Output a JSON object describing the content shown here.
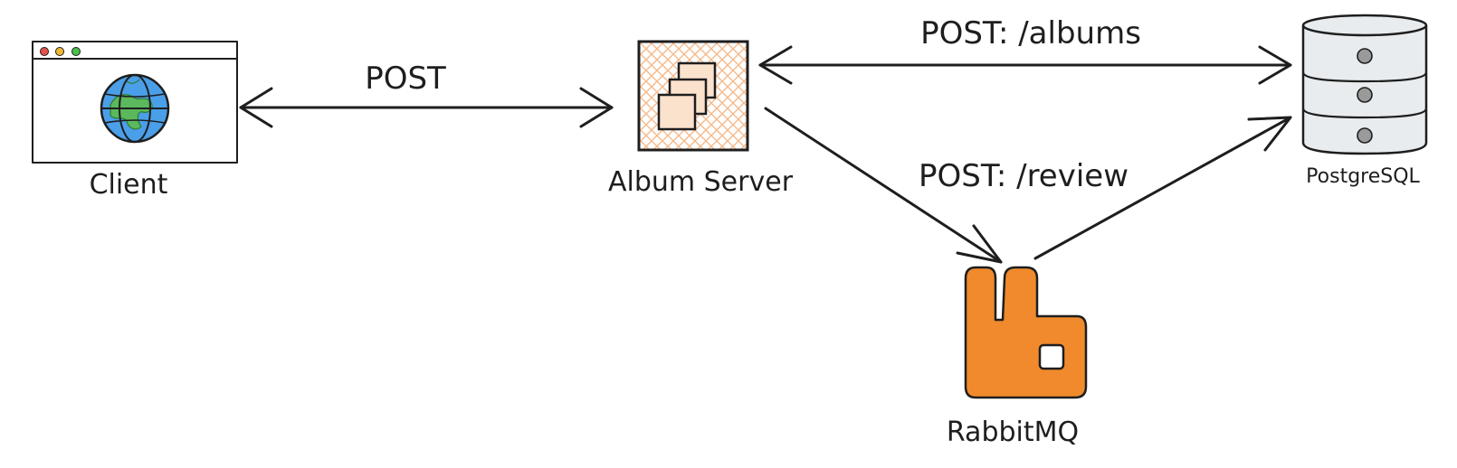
{
  "nodes": {
    "client": {
      "label": "Client"
    },
    "album_server": {
      "label": "Album Server"
    },
    "postgresql": {
      "label": "PostgreSQL"
    },
    "rabbitmq": {
      "label": "RabbitMQ"
    }
  },
  "edges": {
    "client_server": {
      "label": "POST"
    },
    "server_postgres": {
      "label": "POST: /albums"
    },
    "server_rabbit": {
      "label": "POST: /review"
    }
  },
  "colors": {
    "stroke": "#1e1e1e",
    "globe_ocean": "#4a9fe8",
    "globe_land": "#5cb85c",
    "server_hatch": "#f5b98a",
    "rabbitmq_orange": "#f08a2c",
    "db_fill": "#e9ecef",
    "db_dot": "#9a9a9a",
    "dot_red": "#e8504a",
    "dot_yellow": "#f0b830",
    "dot_green": "#4cc04c"
  },
  "icons": {
    "client": "browser-window-globe-icon",
    "album_server": "server-stack-icon",
    "postgresql": "database-cylinder-icon",
    "rabbitmq": "rabbitmq-logo-icon"
  }
}
